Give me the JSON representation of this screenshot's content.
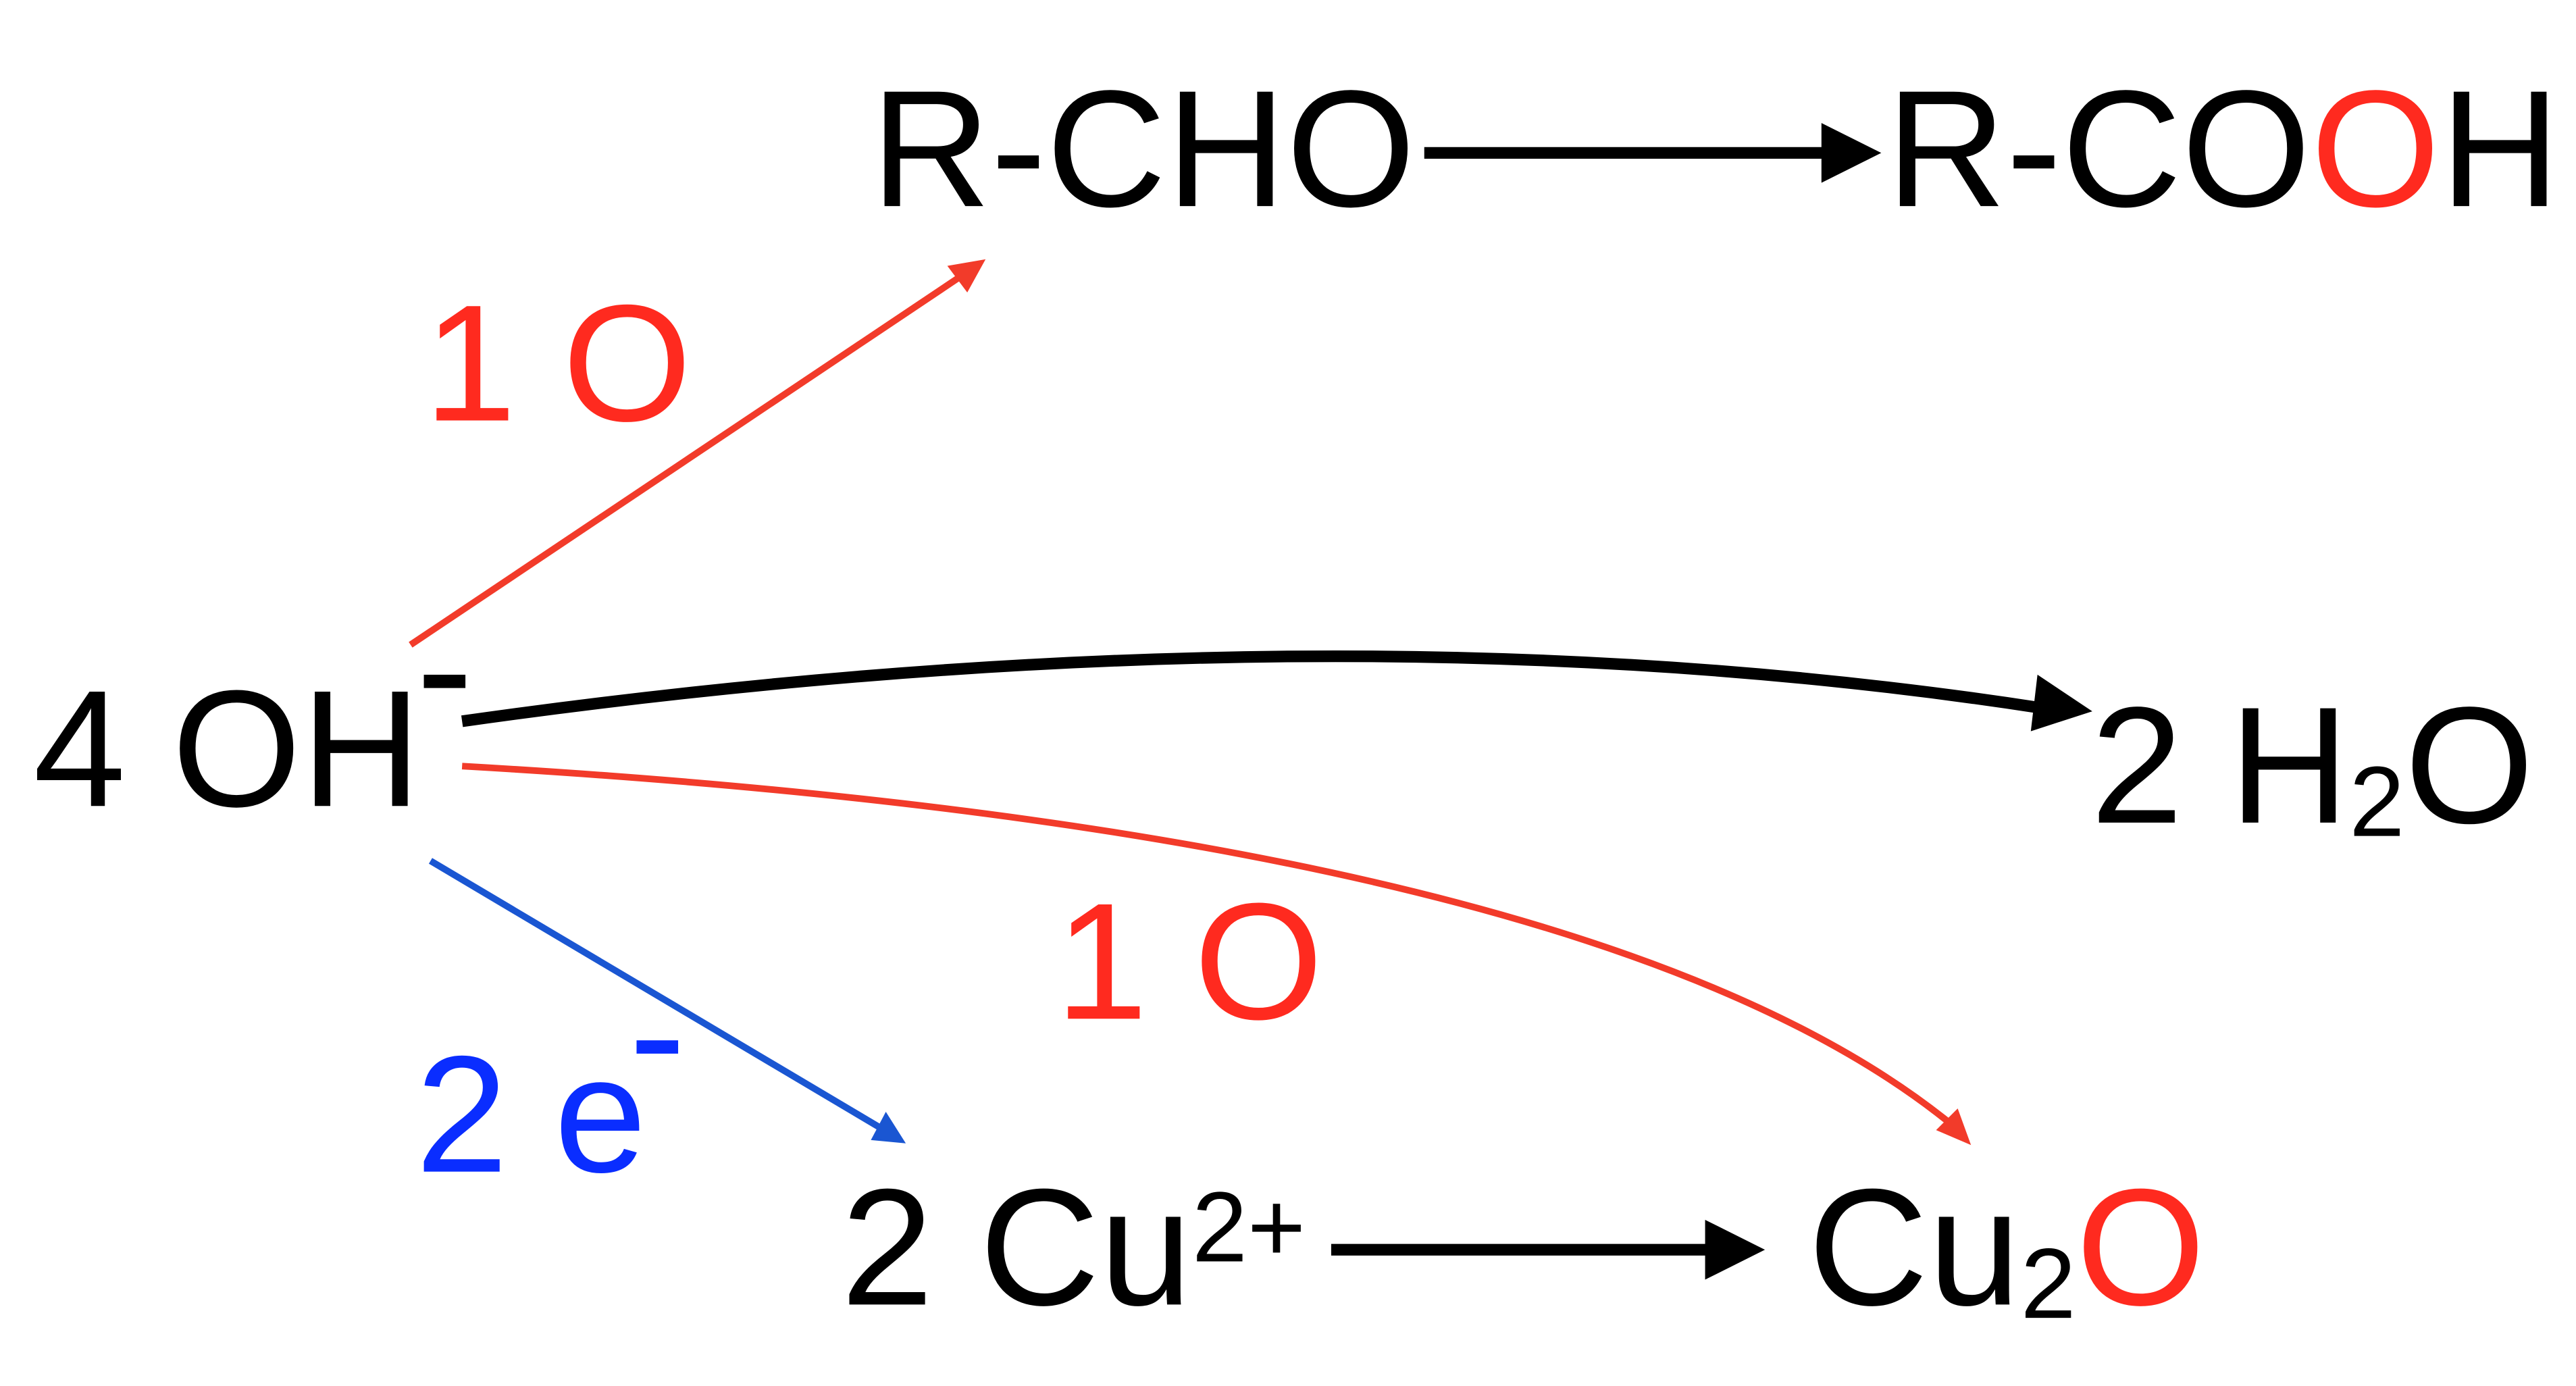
{
  "colors": {
    "black": "#000000",
    "red_text": "#ff2a1f",
    "red_arrow": "#f23b2a",
    "blue_text": "#0a2dff",
    "blue_arrow": "#1a56d2"
  },
  "species": {
    "aldehyde": "R-CHO",
    "acid_prefix": "R-CO",
    "acid_red_o": "O",
    "acid_suffix": "H",
    "hydroxide": "4 OH",
    "hydroxide_charge": "-",
    "water_coef": "2 H",
    "water_sub": "2",
    "water_o": "O",
    "copper_ion": "2 Cu",
    "copper_charge": "2+",
    "cuprous_cu": "Cu",
    "cuprous_sub": "2",
    "cuprous_o": "O"
  },
  "labels": {
    "oxygen_to_aldehyde": "1 O",
    "oxygen_to_cu2o": "1 O",
    "electrons": "2 e",
    "electron_charge": "-"
  }
}
